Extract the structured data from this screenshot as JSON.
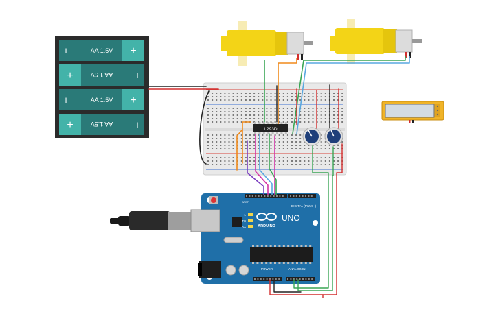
{
  "battery_pack": {
    "cells": [
      {
        "label": "AA 1.5V",
        "flipped": false
      },
      {
        "label": "AA 1.5V",
        "flipped": true
      },
      {
        "label": "AA 1.5V",
        "flipped": false
      },
      {
        "label": "AA 1.5V",
        "flipped": true
      }
    ],
    "plus_symbol": "+",
    "minus_symbol": "I"
  },
  "driver_chip": {
    "label": "L293D"
  },
  "arduino": {
    "brand": "ARDUINO",
    "model": "UNO",
    "digital_header_label": "DIGITAL (PWM ~)",
    "power_header_label": "POWER",
    "analog_header_label": "ANALOG IN",
    "aref_label": "AREF",
    "led_labels": [
      "L",
      "TX",
      "RX"
    ]
  },
  "colors": {
    "wire_red": "#d32f2f",
    "wire_black": "#222222",
    "wire_orange": "#f08a1c",
    "wire_green": "#3aa655",
    "wire_blue": "#5aa8e0",
    "wire_purple": "#7b3fc0",
    "wire_magenta": "#d433a8",
    "board_blue": "#1f6fa8",
    "battery_teal": "#2a7a78",
    "motor_yellow": "#f3d417"
  }
}
